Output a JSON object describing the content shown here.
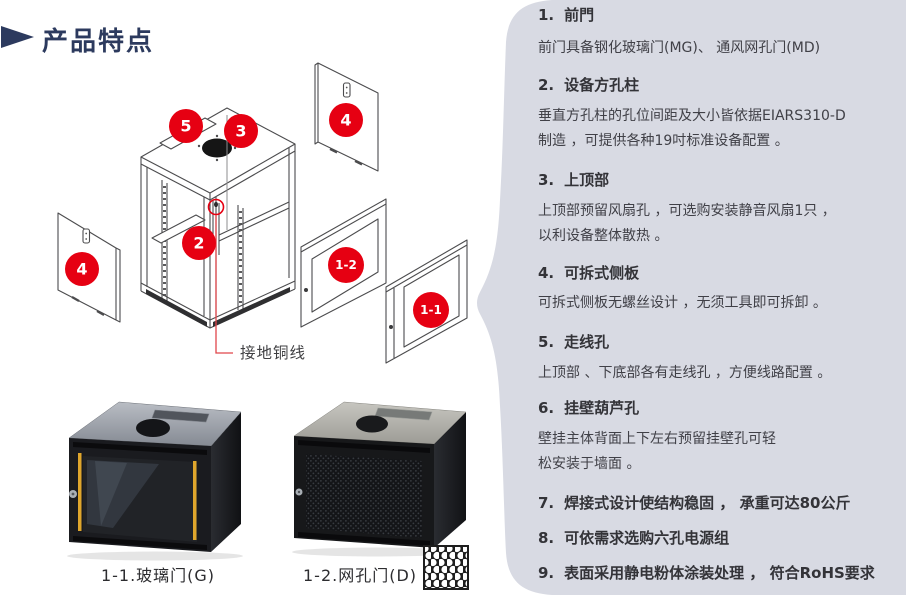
{
  "page": {
    "title": "产品特点"
  },
  "colors": {
    "accent_navy": "#2c3a5e",
    "badge_red": "#e60012",
    "panel_bg": "#d8dae3",
    "leader_red": "#e0464b",
    "glass_door_strip_yellow": "#dfa62c"
  },
  "diagram": {
    "ground_label": "接地铜线",
    "badges": [
      {
        "label": "5"
      },
      {
        "label": "3"
      },
      {
        "label": "4"
      },
      {
        "label": "2"
      },
      {
        "label": "4"
      },
      {
        "label": "1-2"
      },
      {
        "label": "1-1"
      }
    ]
  },
  "products": [
    {
      "caption": "1-1.玻璃门(G)"
    },
    {
      "caption": "1-2.网孔门(D)"
    }
  ],
  "features": {
    "items": [
      {
        "num": "1.",
        "title": "前門",
        "lines": [
          "前门具备钢化玻璃门(MG)、 通风网孔门(MD)"
        ]
      },
      {
        "num": "2.",
        "title": "设备方孔柱",
        "lines": [
          "垂直方孔柱的孔位间距及大小皆依据EIARS310-D",
          "制造 ，可提供各种19吋标准设备配置 。"
        ]
      },
      {
        "num": "3.",
        "title": "上顶部",
        "lines": [
          "上顶部预留风扇孔 ，可选购安装静音风扇1只 ，",
          "以利设备整体散热 。"
        ]
      },
      {
        "num": "4.",
        "title": "可拆式侧板",
        "lines": [
          "可拆式侧板无螺丝设计 ，无须工具即可拆卸 。"
        ]
      },
      {
        "num": "5.",
        "title": "走线孔",
        "lines": [
          "上顶部 、下底部各有走线孔 ，方便线路配置 。"
        ]
      },
      {
        "num": "6.",
        "title": "挂壁葫芦孔",
        "lines": [
          "壁挂主体背面上下左右预留挂壁孔可轻",
          "松安装于墙面 。"
        ]
      },
      {
        "num": "7.",
        "title": "焊接式设计使结构稳固 ， 承重可达80公斤",
        "lines": []
      },
      {
        "num": "8.",
        "title": "可依需求选购六孔电源组",
        "lines": []
      },
      {
        "num": "9.",
        "title": "表面采用静电粉体涂装处理 ， 符合RoHS要求",
        "lines": []
      }
    ]
  }
}
